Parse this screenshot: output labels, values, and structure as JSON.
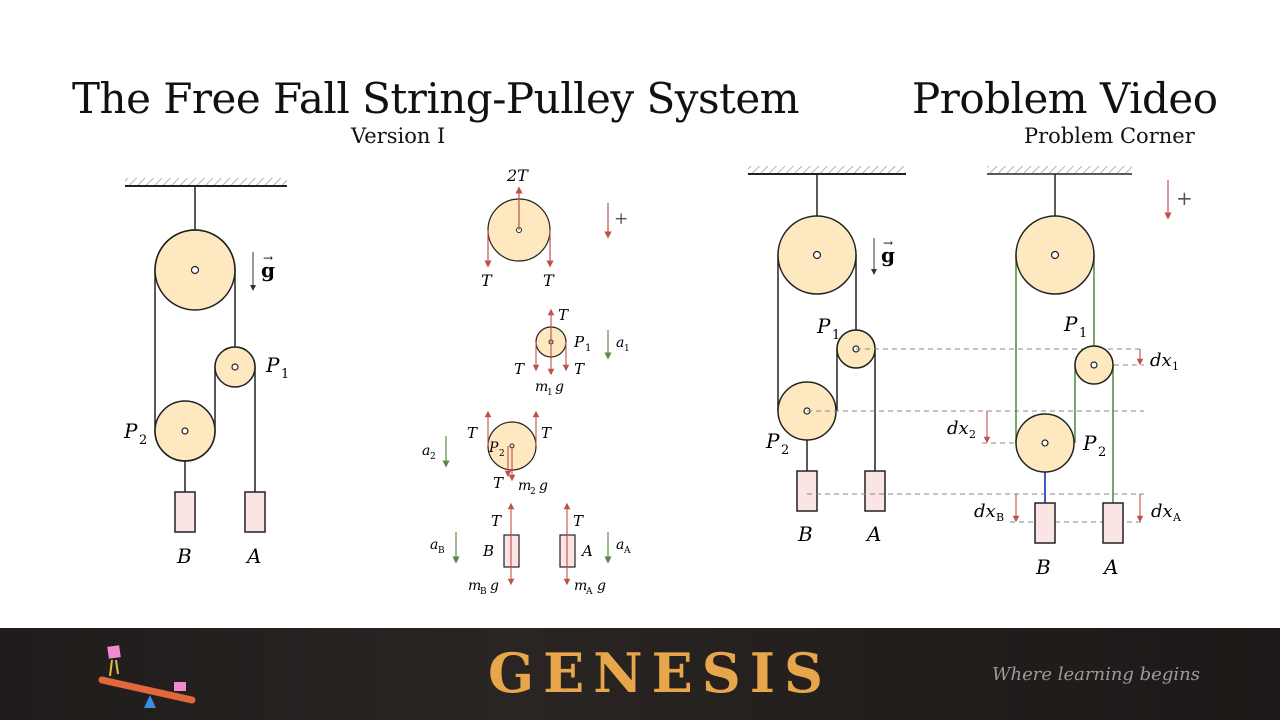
{
  "header": {
    "main_title": "The Free Fall String-Pulley System",
    "version": "Version I",
    "right_title": "Problem Video",
    "right_subtitle": "Problem Corner"
  },
  "diagram": {
    "gravity_symbol": "g",
    "plus_sign": "+",
    "labels": {
      "P1": "P",
      "P1_sub": "1",
      "P2": "P",
      "P2_sub": "2",
      "A": "A",
      "B": "B",
      "T": "T",
      "two_T": "2T",
      "a1": "a",
      "a1_sub": "1",
      "a2": "a",
      "a2_sub": "2",
      "aA": "a",
      "aA_sub": "A",
      "aB": "a",
      "aB_sub": "B",
      "m1g": "m",
      "m1g_sub": "1",
      "m2g": "m",
      "m2g_sub": "2",
      "mAg": "m",
      "mAg_sub": "A",
      "mBg": "m",
      "mBg_sub": "B",
      "g": "g",
      "dx1": "dx",
      "dx1_sub": "1",
      "dx2": "dx",
      "dx2_sub": "2",
      "dxA": "dx",
      "dxA_sub": "A",
      "dxB": "dx",
      "dxB_sub": "B"
    },
    "colors": {
      "pulley_fill": "#fde8bf",
      "mass_fill": "#fbe4e4",
      "force_arrow": "#c0504d",
      "accel_arrow": "#5a8a4a",
      "string_green": "#4a8a3a",
      "string_blue": "#3a5fbf"
    }
  },
  "footer": {
    "brand": "GENESIS",
    "tagline": "Where learning begins",
    "brand_color": "#e7a64a"
  }
}
